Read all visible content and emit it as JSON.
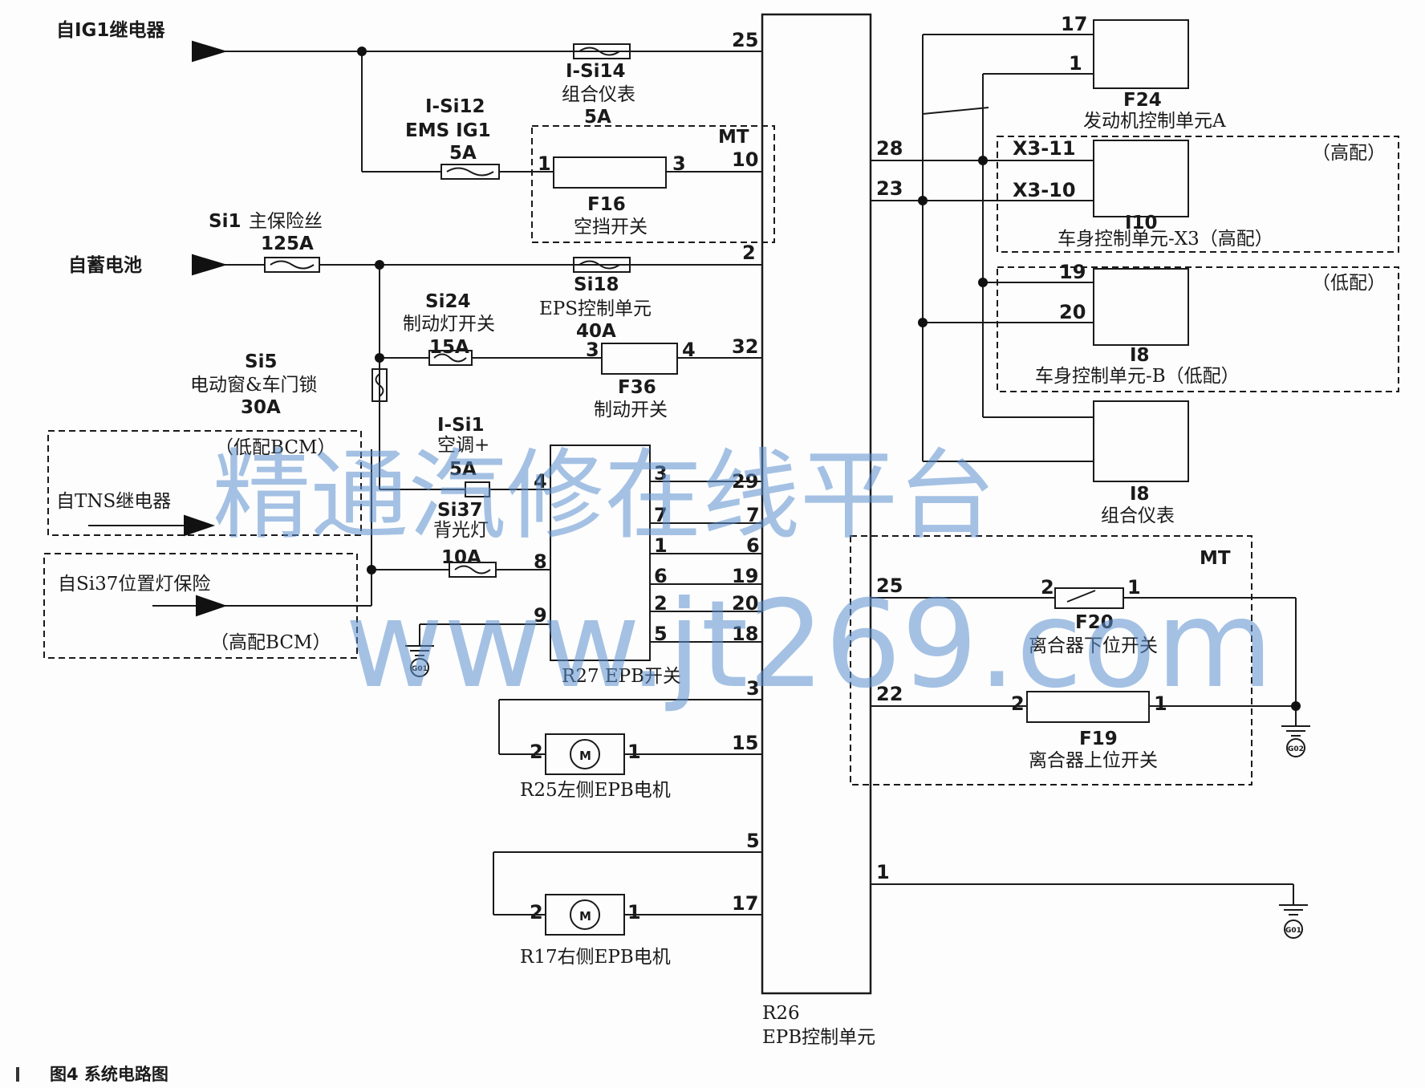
{
  "caption": "图4  系统电路图",
  "watermark": {
    "line1": "精通汽修在线平台",
    "line2": "www.jt269.com"
  },
  "central_unit": {
    "id": "R26",
    "name": "EPB控制单元"
  },
  "sources": {
    "ig1": "自IG1继电器",
    "battery": "自蓄电池",
    "tns": "自TNS继电器",
    "si37": "自Si37位置灯保险",
    "low_bcm": "（低配BCM）",
    "high_bcm": "（高配BCM）"
  },
  "fuses": {
    "isi14": {
      "id": "I-Si14",
      "name": "组合仪表",
      "rating": "5A"
    },
    "isi12": {
      "id": "I-Si12",
      "name": "EMS IG1",
      "rating": "5A"
    },
    "si1": {
      "id": "Si1",
      "name": "主保险丝",
      "rating": "125A"
    },
    "si18": {
      "id": "Si18",
      "name": "EPS控制单元",
      "rating": "40A"
    },
    "si24": {
      "id": "Si24",
      "name": "制动灯开关",
      "rating": "15A"
    },
    "si5": {
      "id": "Si5",
      "name": "电动窗&车门锁",
      "rating": "30A"
    },
    "isi1": {
      "id": "I-Si1",
      "name": "空调+",
      "rating": "5A"
    },
    "si37": {
      "id": "Si37",
      "name": "背光灯",
      "rating": "10A"
    }
  },
  "components": {
    "f16": {
      "id": "F16",
      "name": "空挡开关",
      "variant": "MT"
    },
    "f36": {
      "id": "F36",
      "name": "制动开关"
    },
    "r27": {
      "label": "R27 EPB开关"
    },
    "r25": {
      "label": "R25左侧EPB电机"
    },
    "r17": {
      "label": "R17右侧EPB电机"
    },
    "f24": {
      "id": "F24",
      "name": "发动机控制单元A"
    },
    "i10": {
      "id": "I10",
      "name": "车身控制单元-X3（高配）",
      "tag": "（高配）"
    },
    "i8b": {
      "id": "I8",
      "name": "车身控制单元-B（低配）",
      "tag": "（低配）"
    },
    "i8": {
      "id": "I8",
      "name": "组合仪表"
    },
    "f20": {
      "id": "F20",
      "name": "离合器下位开关"
    },
    "f19": {
      "id": "F19",
      "name": "离合器上位开关"
    },
    "mt_box": "MT",
    "motor_symbol": "M"
  },
  "grounds": {
    "g01": "G01",
    "g02": "G02"
  },
  "pins": {
    "r26_left": [
      "25",
      "10",
      "2",
      "32",
      "29",
      "7",
      "6",
      "19",
      "20",
      "18",
      "3",
      "15",
      "5",
      "17"
    ],
    "r26_right": [
      "28",
      "23",
      "25",
      "22",
      "1"
    ],
    "f16": [
      "1",
      "3"
    ],
    "f36": [
      "3",
      "4"
    ],
    "r27": [
      "4",
      "8",
      "9",
      "3",
      "7",
      "1",
      "6",
      "2",
      "5"
    ],
    "r25": [
      "2",
      "1"
    ],
    "r17": [
      "2",
      "1"
    ],
    "f24": [
      "17",
      "1"
    ],
    "i10": [
      "X3-11",
      "X3-10"
    ],
    "i8b": [
      "19",
      "20"
    ],
    "f20": [
      "2",
      "1"
    ],
    "f19": [
      "2",
      "1"
    ]
  }
}
